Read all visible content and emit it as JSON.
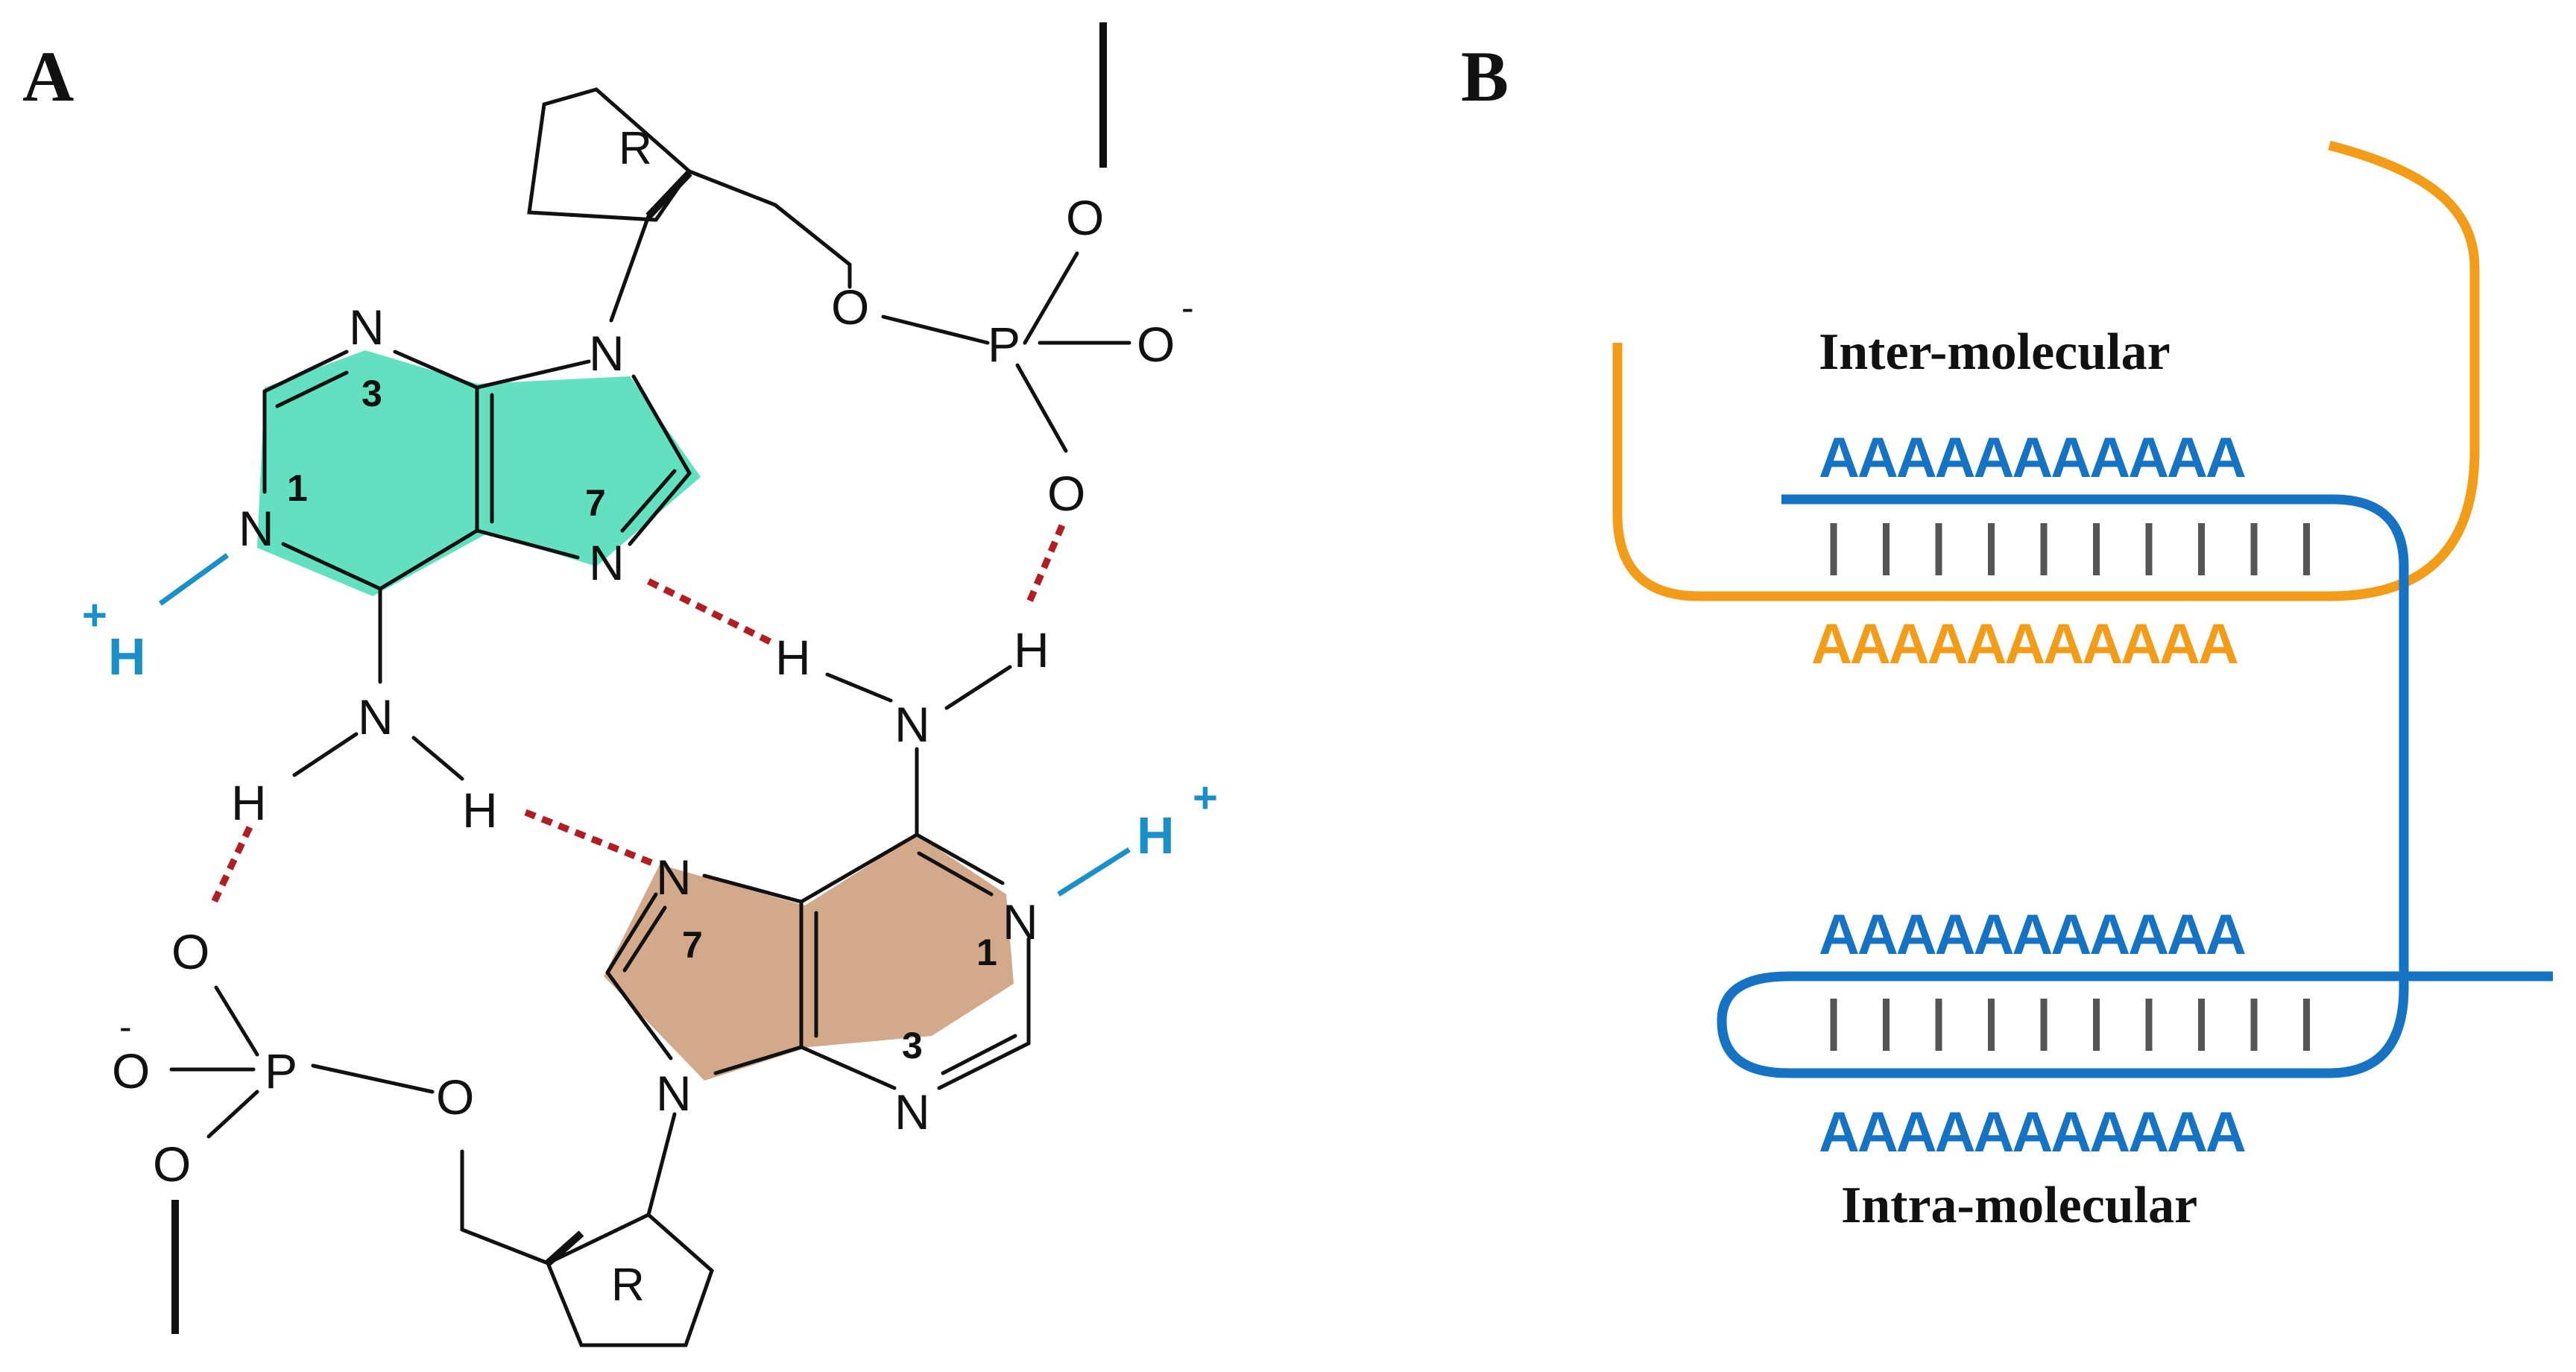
{
  "panels": {
    "a": "A",
    "b": "B"
  },
  "molecule": {
    "ring_label": "R",
    "nitrogen": "N",
    "oxygen": "O",
    "phosphorus": "P",
    "hydrogen": "H",
    "minus": "-",
    "plus": "+",
    "pos1": "1",
    "pos3": "3",
    "pos7": "7"
  },
  "strands": {
    "inter_label": "Inter-molecular",
    "intra_label": "Intra-molecular",
    "sequences": [
      "AAAAAAAAAAA",
      "AAAAAAAAAAA",
      "AAAAAAAAAAA",
      "AAAAAAAAAAA"
    ]
  },
  "colors": {
    "upper_base": "#63e0bf",
    "lower_base": "#d2a98b",
    "orange_strand": "#f39c1a",
    "blue_strand": "#1673c4",
    "hbond": "#b01e23",
    "proton": "#1a8fc8",
    "base_pair_tick": "#555555"
  }
}
